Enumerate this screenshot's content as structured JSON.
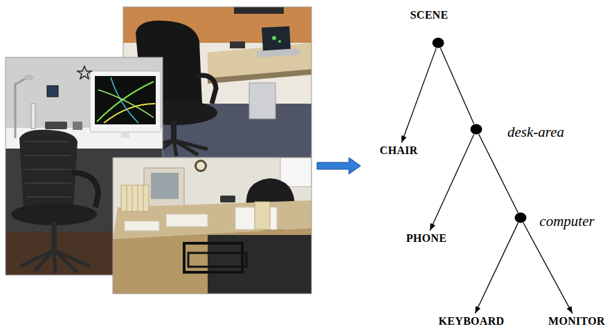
{
  "diagram": {
    "nodes": [
      {
        "text": [
          "SCENE"
        ]
      },
      {
        "text": [
          "CHAIR"
        ]
      },
      {
        "text": [
          "desk-area"
        ]
      },
      {
        "text": [
          "PHONE"
        ]
      },
      {
        "text": [
          "computer"
        ]
      },
      {
        "text": [
          "KEYBOARD"
        ]
      },
      {
        "text": [
          "MONITOR"
        ]
      }
    ],
    "edges": [
      {
        "from": 0,
        "to": 1,
        "arrow": "to"
      },
      {
        "from": 0,
        "to": 2,
        "arrow": "none"
      },
      {
        "from": 2,
        "to": 3,
        "arrow": "to"
      },
      {
        "from": 2,
        "to": 4,
        "arrow": "none"
      },
      {
        "from": 4,
        "to": 5,
        "arrow": "to"
      },
      {
        "from": 4,
        "to": 6,
        "arrow": "to"
      }
    ]
  }
}
